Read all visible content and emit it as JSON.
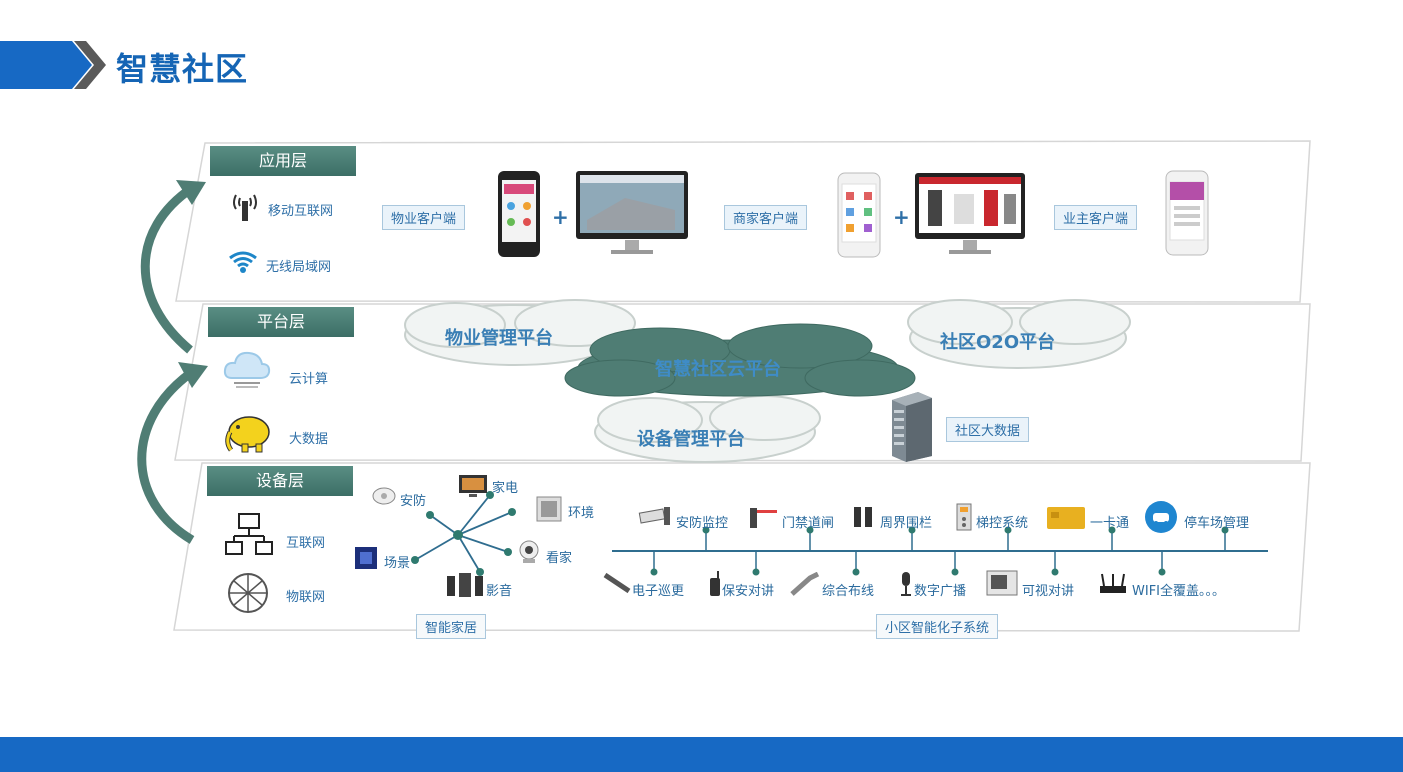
{
  "header": {
    "title": "智慧社区"
  },
  "layers": {
    "app": {
      "tag": "应用层",
      "left_items": [
        "移动互联网",
        "无线局域网"
      ],
      "clients": [
        "物业客户端",
        "商家客户端",
        "业主客户端"
      ],
      "plus": "+"
    },
    "platform": {
      "tag": "平台层",
      "left_items": [
        "云计算",
        "大数据"
      ],
      "clouds": {
        "property": "物业管理平台",
        "center": "智慧社区云平台",
        "o2o": "社区O2O平台",
        "device": "设备管理平台"
      },
      "bigdata": "社区大数据"
    },
    "device": {
      "tag": "设备层",
      "left_items": [
        "互联网",
        "物联网"
      ],
      "home": {
        "items": [
          "安防",
          "家电",
          "环境",
          "看家",
          "影音",
          "场景"
        ],
        "caption": "智能家居"
      },
      "community": {
        "top_items": [
          "安防监控",
          "门禁道闸",
          "周界围栏",
          "梯控系统",
          "一卡通",
          "停车场管理"
        ],
        "bottom_items": [
          "电子巡更",
          "保安对讲",
          "综合布线",
          "数字广播",
          "可视对讲",
          "WIFI全覆盖。。。"
        ],
        "caption": "小区智能化子系统"
      }
    }
  },
  "colors": {
    "brand": "#1769c4",
    "title": "#1565b5",
    "tag": "#4a7f76",
    "label": "#2e6fa7"
  }
}
